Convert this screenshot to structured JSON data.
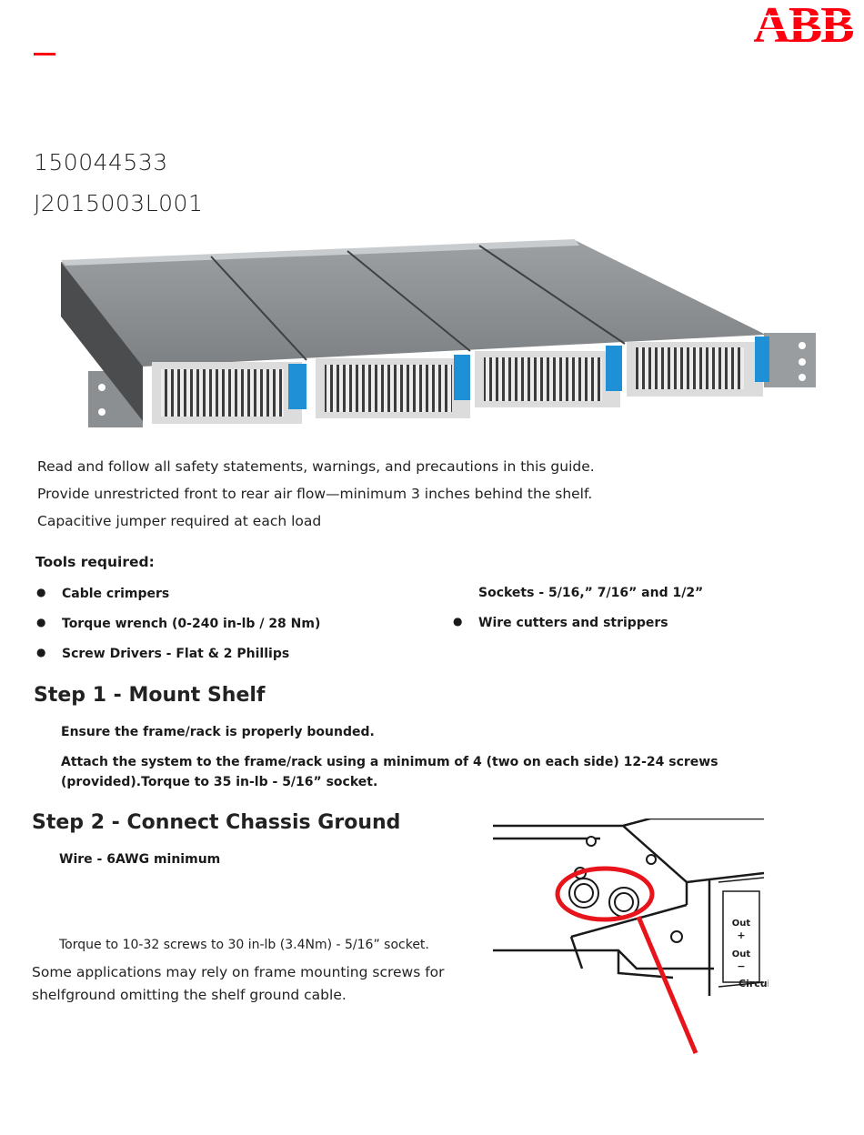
{
  "brand": {
    "logo_text": "ABB",
    "accent_color": "#ff000f"
  },
  "header": {
    "part_numbers": [
      "150044533",
      "J2015003L001"
    ]
  },
  "intro": {
    "lines": [
      "Read and follow all safety statements, warnings, and precautions in this guide.",
      "Provide unrestricted front to rear air flow—minimum 3 inches behind the shelf.",
      "Capacitive jumper required at each load"
    ]
  },
  "tools": {
    "title": "Tools required:",
    "left": [
      "Cable crimpers",
      "Torque wrench (0-240 in-lb / 28 Nm)",
      "Screw Drivers - Flat & 2 Phillips"
    ],
    "right_top": "Sockets - 5/16,” 7/16” and 1/2”",
    "right": [
      "Wire cutters and strippers"
    ]
  },
  "step1": {
    "title": "Step 1 - Mount Shelf",
    "lines": [
      "Ensure the frame/rack is properly bounded.",
      "Attach the system to the frame/rack using a minimum of 4 (two on each side) 12-24 screws (provided).Torque to 35 in-lb - 5/16” socket."
    ]
  },
  "step2": {
    "title": "Step 2 - Connect Chassis Ground",
    "wire": "Wire - 6AWG minimum",
    "torque": "Torque to 10-32 screws to 30 in-lb (3.4Nm)  - 5/16” socket.",
    "note": "Some applications may rely on frame mounting screws for shelfground omitting the shelf ground cable."
  },
  "diagram": {
    "labels": [
      "Out",
      "+",
      "Out",
      "−",
      "Circui"
    ],
    "highlight_color": "#e8141c"
  }
}
